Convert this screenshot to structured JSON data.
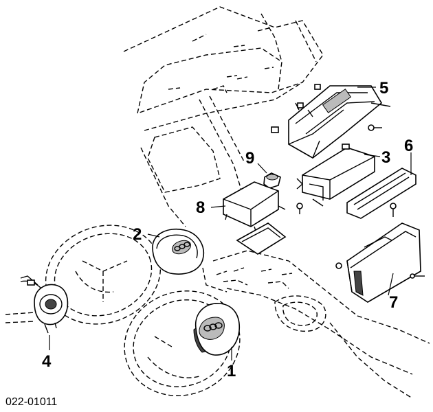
{
  "diagram": {
    "reference_code": "022-01011",
    "callouts": [
      {
        "id": "1",
        "label": "1"
      },
      {
        "id": "2",
        "label": "2"
      },
      {
        "id": "3",
        "label": "3"
      },
      {
        "id": "4",
        "label": "4"
      },
      {
        "id": "5",
        "label": "5"
      },
      {
        "id": "6",
        "label": "6"
      },
      {
        "id": "7",
        "label": "7"
      },
      {
        "id": "8",
        "label": "8"
      },
      {
        "id": "9",
        "label": "9"
      }
    ]
  }
}
